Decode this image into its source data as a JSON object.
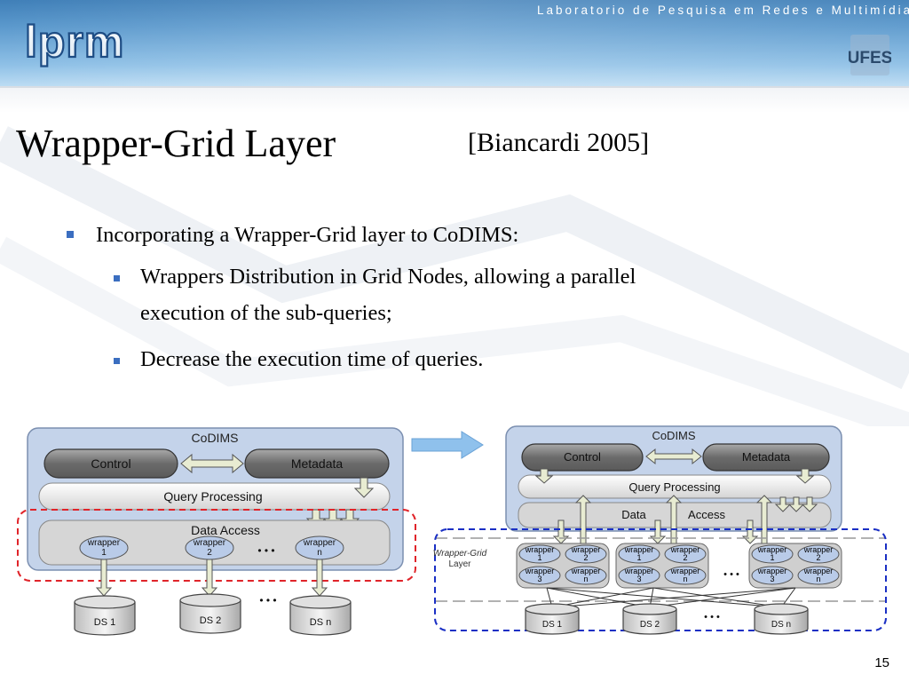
{
  "header": {
    "tagline": "Laboratorio de Pesquisa em Redes e Multimídia",
    "logo_text": "Lprm",
    "institution_logo_text": "UFES"
  },
  "slide": {
    "title": "Wrapper-Grid Layer",
    "citation": "[Biancardi 2005]",
    "bullets": [
      {
        "text": "Incorporating  a Wrapper-Grid layer to CoDIMS:",
        "sub": [
          {
            "line1": "Wrappers Distribution in Grid Nodes, allowing a parallel",
            "line2": "execution of the sub-queries;"
          },
          {
            "line1": "Decrease the execution time of  queries."
          }
        ]
      }
    ],
    "page_number": "15"
  },
  "left_diagram": {
    "title": "CoDIMS",
    "control": "Control",
    "metadata": "Metadata",
    "query_processing": "Query Processing",
    "data_access": "Data Access",
    "wrappers": [
      {
        "l1": "wrapper",
        "l2": "1"
      },
      {
        "l1": "wrapper",
        "l2": "2"
      },
      {
        "l1": "wrapper",
        "l2": "n"
      }
    ],
    "ellipsis": "• • •",
    "data_sources": [
      "DS 1",
      "DS 2",
      "DS n"
    ]
  },
  "right_diagram": {
    "title": "CoDIMS",
    "control": "Control",
    "metadata": "Metadata",
    "query_processing": "Query Processing",
    "data": "Data",
    "access": "Access",
    "layer_label_1": "Wrapper-Grid",
    "layer_label_2": "Layer",
    "node_wrappers": [
      {
        "l1": "wrapper",
        "l2": "1"
      },
      {
        "l1": "wrapper",
        "l2": "2"
      },
      {
        "l1": "wrapper",
        "l2": "3"
      },
      {
        "l1": "wrapper",
        "l2": "n"
      }
    ],
    "ellipsis": "• • •",
    "data_sources": [
      "DS 1",
      "DS 2",
      "DS n"
    ]
  },
  "colors": {
    "banner_blue": "#4a8ac4",
    "bullet_blue": "#3b6ec0",
    "codims_fill": "#c4d3ea",
    "red_dash": "#e0242a",
    "blue_dash": "#1a2fc4",
    "arrow_blue": "#7fb6e8"
  }
}
